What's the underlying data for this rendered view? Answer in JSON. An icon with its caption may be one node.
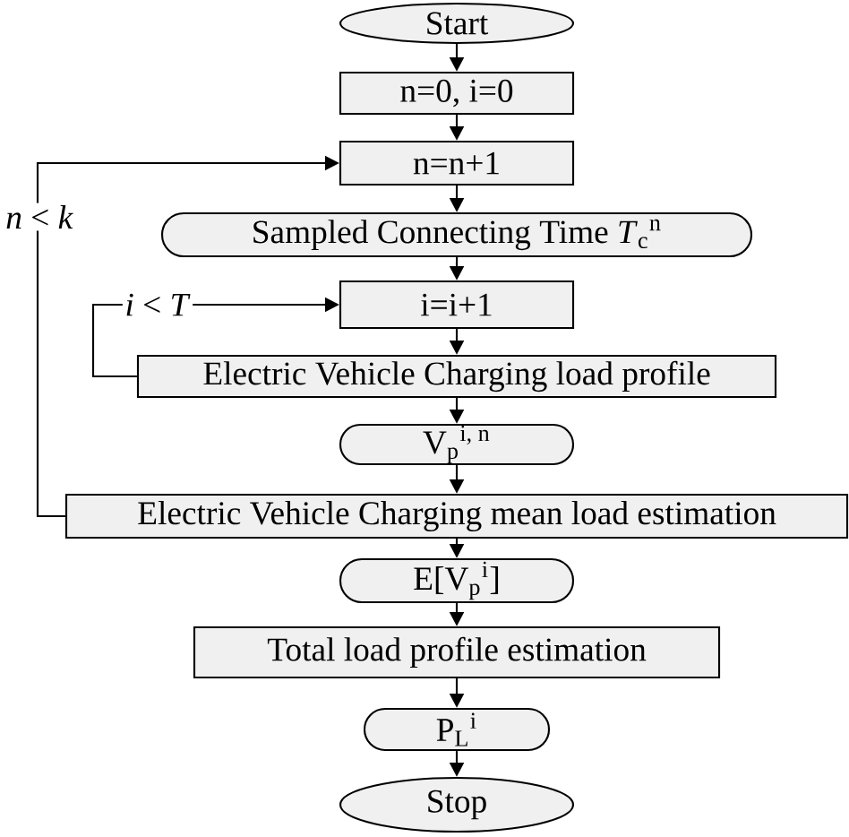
{
  "diagram": {
    "nodes": [
      {
        "text": [
          "Start"
        ]
      },
      {
        "text": [
          "n=0, i=0"
        ]
      },
      {
        "text": [
          "n=n+1"
        ]
      },
      {
        "text": [
          "Sampled Connecting Time *T*$_{c}$$^{n}$"
        ]
      },
      {
        "text": [
          "i=i+1"
        ]
      },
      {
        "text": [
          "Electric Vehicle Charging load profile"
        ]
      },
      {
        "text": [
          "V$_{p}$$^{i, n}$"
        ]
      },
      {
        "text": [
          "Electric Vehicle Charging mean load estimation"
        ]
      },
      {
        "text": [
          "E[V$_{p}$$^{i}$]"
        ]
      },
      {
        "text": [
          "Total load profile estimation"
        ]
      },
      {
        "text": [
          "P$_{L}$$^{i}$"
        ]
      },
      {
        "text": [
          "Stop"
        ]
      }
    ],
    "edges": [
      {
        "from": 0,
        "to": 1,
        "arrow": "to"
      },
      {
        "from": 1,
        "to": 2,
        "arrow": "to"
      },
      {
        "from": 2,
        "to": 3,
        "arrow": "to"
      },
      {
        "from": 3,
        "to": 4,
        "arrow": "to"
      },
      {
        "from": 4,
        "to": 5,
        "arrow": "to"
      },
      {
        "from": 5,
        "to": 4,
        "arrow": "to",
        "label": "*i* < *T*"
      },
      {
        "from": 5,
        "to": 6,
        "arrow": "to"
      },
      {
        "from": 6,
        "to": 7,
        "arrow": "to"
      },
      {
        "from": 7,
        "to": 2,
        "arrow": "to",
        "label": "*n* < *k*"
      },
      {
        "from": 7,
        "to": 8,
        "arrow": "to"
      },
      {
        "from": 8,
        "to": 9,
        "arrow": "to"
      },
      {
        "from": 9,
        "to": 10,
        "arrow": "to"
      },
      {
        "from": 10,
        "to": 11,
        "arrow": "to"
      }
    ]
  }
}
